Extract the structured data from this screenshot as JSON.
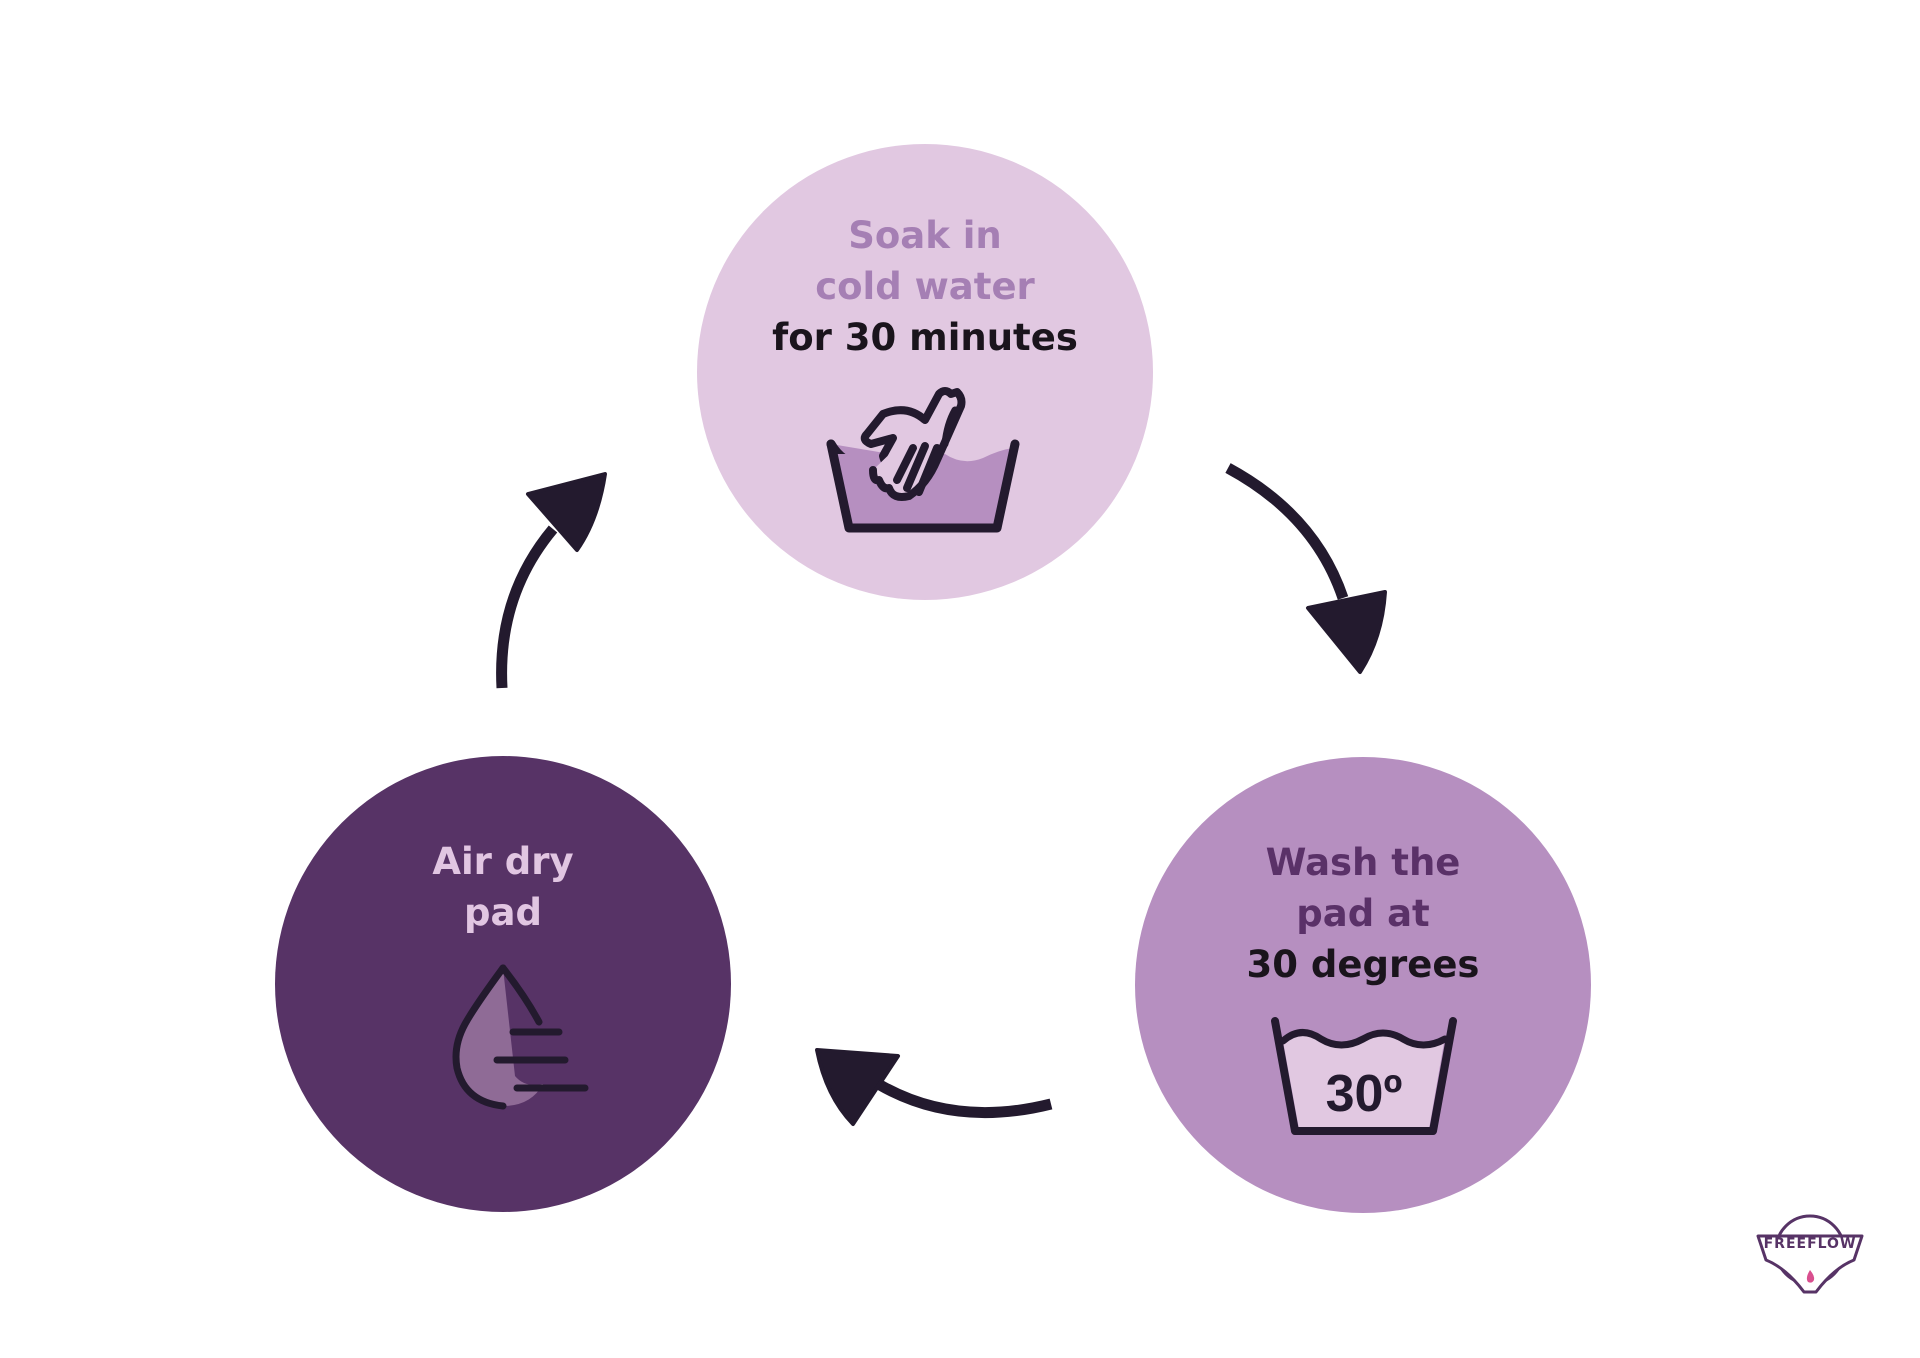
{
  "steps": {
    "soak": {
      "line1": "Soak in",
      "line2": "cold water",
      "line3": "for 30 minutes",
      "icon": "hand-wash-basin-icon"
    },
    "wash": {
      "line1": "Wash the",
      "line2": "pad at",
      "line3": "30 degrees",
      "icon": "wash-30-degrees-icon",
      "temperature": "30º"
    },
    "dry": {
      "line1": "Air dry",
      "line2": "pad",
      "icon": "air-dry-drop-icon"
    }
  },
  "brand": {
    "name": "FREEFLOW"
  },
  "colors": {
    "soak_circle": "#e1c8e1",
    "wash_circle": "#b68fc0",
    "dry_circle": "#573366",
    "arrow": "#231a2e",
    "icon_stroke": "#231a2e"
  }
}
